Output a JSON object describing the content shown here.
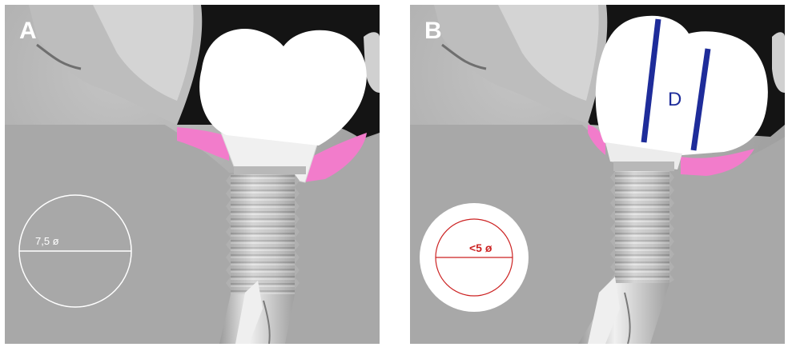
{
  "panels": [
    {
      "letter": "A",
      "measurement_label": "7,5 ø"
    },
    {
      "letter": "B",
      "measurement_label": "<5 ø",
      "crown_label": "D"
    }
  ],
  "colors": {
    "gingiva": "#f27ccb",
    "crown": "#ffffff",
    "contact_lines": "#1e2c9a",
    "measure_red": "#cc2222",
    "bone": "#a9a9a9",
    "implant": "#c9c9c9"
  }
}
